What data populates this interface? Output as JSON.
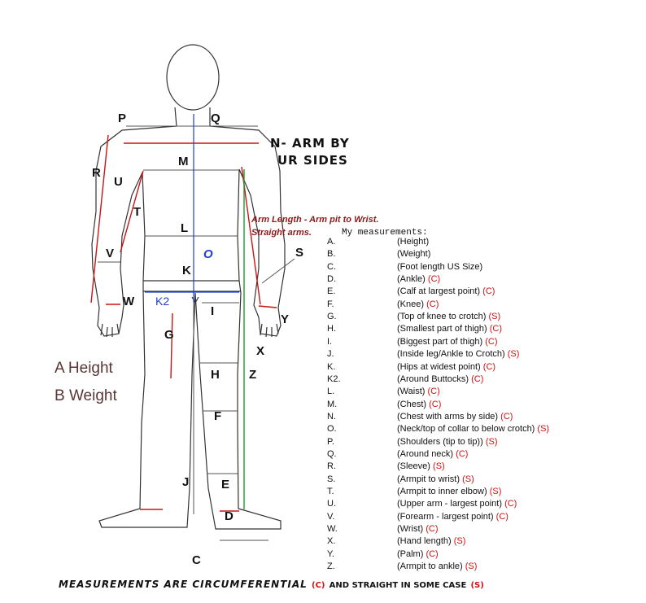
{
  "labels": {
    "p": "P",
    "q": "Q",
    "r": "R",
    "m": "M",
    "u": "U",
    "t": "T",
    "l": "L",
    "o": "O",
    "v": "V",
    "k": "K",
    "s": "S",
    "w": "W",
    "k2": "K2",
    "i": "I",
    "y": "Y",
    "g": "G",
    "x": "X",
    "h": "H",
    "z": "Z",
    "f": "F",
    "j": "J",
    "e": "E",
    "d": "D",
    "c": "C"
  },
  "notes": {
    "n_line1": "N- ARM BY",
    "n_line2": "UR SIDES",
    "arm_length_line1": "Arm Length - Arm pit to Wrist.",
    "arm_length_line2": "Straight arms.",
    "a_height": "A Height",
    "b_weight": "B Weight"
  },
  "measurements": {
    "title": "My measurements:",
    "items": [
      {
        "code": "A.",
        "desc": "(Height)",
        "tag": ""
      },
      {
        "code": "B.",
        "desc": "(Weight)",
        "tag": ""
      },
      {
        "code": "C.",
        "desc": "(Foot length US Size)",
        "tag": ""
      },
      {
        "code": "D.",
        "desc": "(Ankle)",
        "tag": "(C)"
      },
      {
        "code": "E.",
        "desc": "(Calf at largest point)",
        "tag": "(C)"
      },
      {
        "code": "F.",
        "desc": "(Knee)",
        "tag": "(C)"
      },
      {
        "code": "G.",
        "desc": "(Top of knee to crotch)",
        "tag": "(S)"
      },
      {
        "code": "H.",
        "desc": "(Smallest part of thigh)",
        "tag": "(C)"
      },
      {
        "code": "I.",
        "desc": "(Biggest part of thigh)",
        "tag": "(C)"
      },
      {
        "code": "J.",
        "desc": "(Inside leg/Ankle to Crotch)",
        "tag": "(S)"
      },
      {
        "code": "K.",
        "desc": "(Hips at widest point)",
        "tag": "(C)"
      },
      {
        "code": "K2.",
        "desc": "(Around Buttocks)",
        "tag": "(C)"
      },
      {
        "code": "L.",
        "desc": "(Waist)",
        "tag": "(C)"
      },
      {
        "code": "M.",
        "desc": "(Chest)",
        "tag": "(C)"
      },
      {
        "code": "N.",
        "desc": "(Chest with arms by side)",
        "tag": "(C)"
      },
      {
        "code": "O.",
        "desc": "(Neck/top of collar to below crotch)",
        "tag": "(S)"
      },
      {
        "code": "P.",
        "desc": "(Shoulders (tip to tip))",
        "tag": "(S)"
      },
      {
        "code": "Q.",
        "desc": "(Around neck)",
        "tag": "(C)"
      },
      {
        "code": "R.",
        "desc": "(Sleeve)",
        "tag": "(S)"
      },
      {
        "code": "S.",
        "desc": "(Armpit to wrist)",
        "tag": "(S)"
      },
      {
        "code": "T.",
        "desc": "(Armpit to inner elbow)",
        "tag": "(S)"
      },
      {
        "code": "U.",
        "desc": "(Upper arm - largest point)",
        "tag": "(C)"
      },
      {
        "code": "V.",
        "desc": "(Forearm - largest point)",
        "tag": "(C)"
      },
      {
        "code": "W.",
        "desc": "(Wrist)",
        "tag": "(C)"
      },
      {
        "code": "X.",
        "desc": "(Hand length)",
        "tag": "(S)"
      },
      {
        "code": "Y.",
        "desc": "(Palm)",
        "tag": "(C)"
      },
      {
        "code": "Z.",
        "desc": "(Armpit to ankle)",
        "tag": "(S)"
      }
    ]
  },
  "footer": {
    "main": "MEASUREMENTS ARE CIRCUMFERENTIAL",
    "c_tag": "(C)",
    "middle": "AND STRAIGHT IN SOME CASE",
    "s_tag": "(S)"
  },
  "colors": {
    "outline": "#333333",
    "red": "#c81414",
    "blue": "#1f3fd1",
    "green": "#1e9a2a",
    "dark_red": "#8b1a1a"
  }
}
